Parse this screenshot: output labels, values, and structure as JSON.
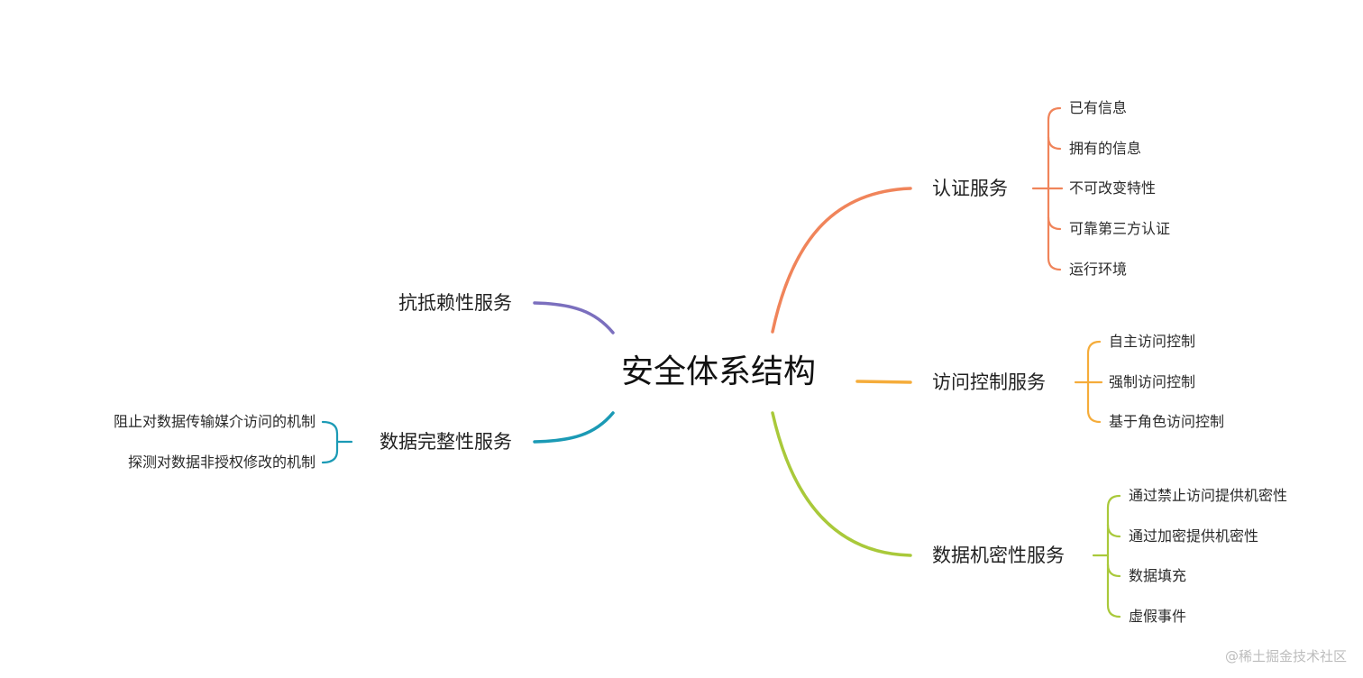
{
  "mindmap": {
    "root": {
      "label": "安全体系结构"
    },
    "colors": {
      "auth": "#F0845A",
      "access": "#F5AC3A",
      "confidentiality": "#A9C93A",
      "nonrepudiation": "#7B6FBE",
      "integrity": "#1B9AB5"
    },
    "branches": [
      {
        "id": "auth",
        "side": "right",
        "label": "认证服务",
        "children": [
          "已有信息",
          "拥有的信息",
          "不可改变特性",
          "可靠第三方认证",
          "运行环境"
        ]
      },
      {
        "id": "access",
        "side": "right",
        "label": "访问控制服务",
        "children": [
          "自主访问控制",
          "强制访问控制",
          "基于角色访问控制"
        ]
      },
      {
        "id": "confidentiality",
        "side": "right",
        "label": "数据机密性服务",
        "children": [
          "通过禁止访问提供机密性",
          "通过加密提供机密性",
          "数据填充",
          "虚假事件"
        ]
      },
      {
        "id": "nonrepudiation",
        "side": "left",
        "label": "抗抵赖性服务",
        "children": []
      },
      {
        "id": "integrity",
        "side": "left",
        "label": "数据完整性服务",
        "children": [
          "阻止对数据传输媒介访问的机制",
          "探测对数据非授权修改的机制"
        ]
      }
    ]
  },
  "watermark": "@稀土掘金技术社区"
}
